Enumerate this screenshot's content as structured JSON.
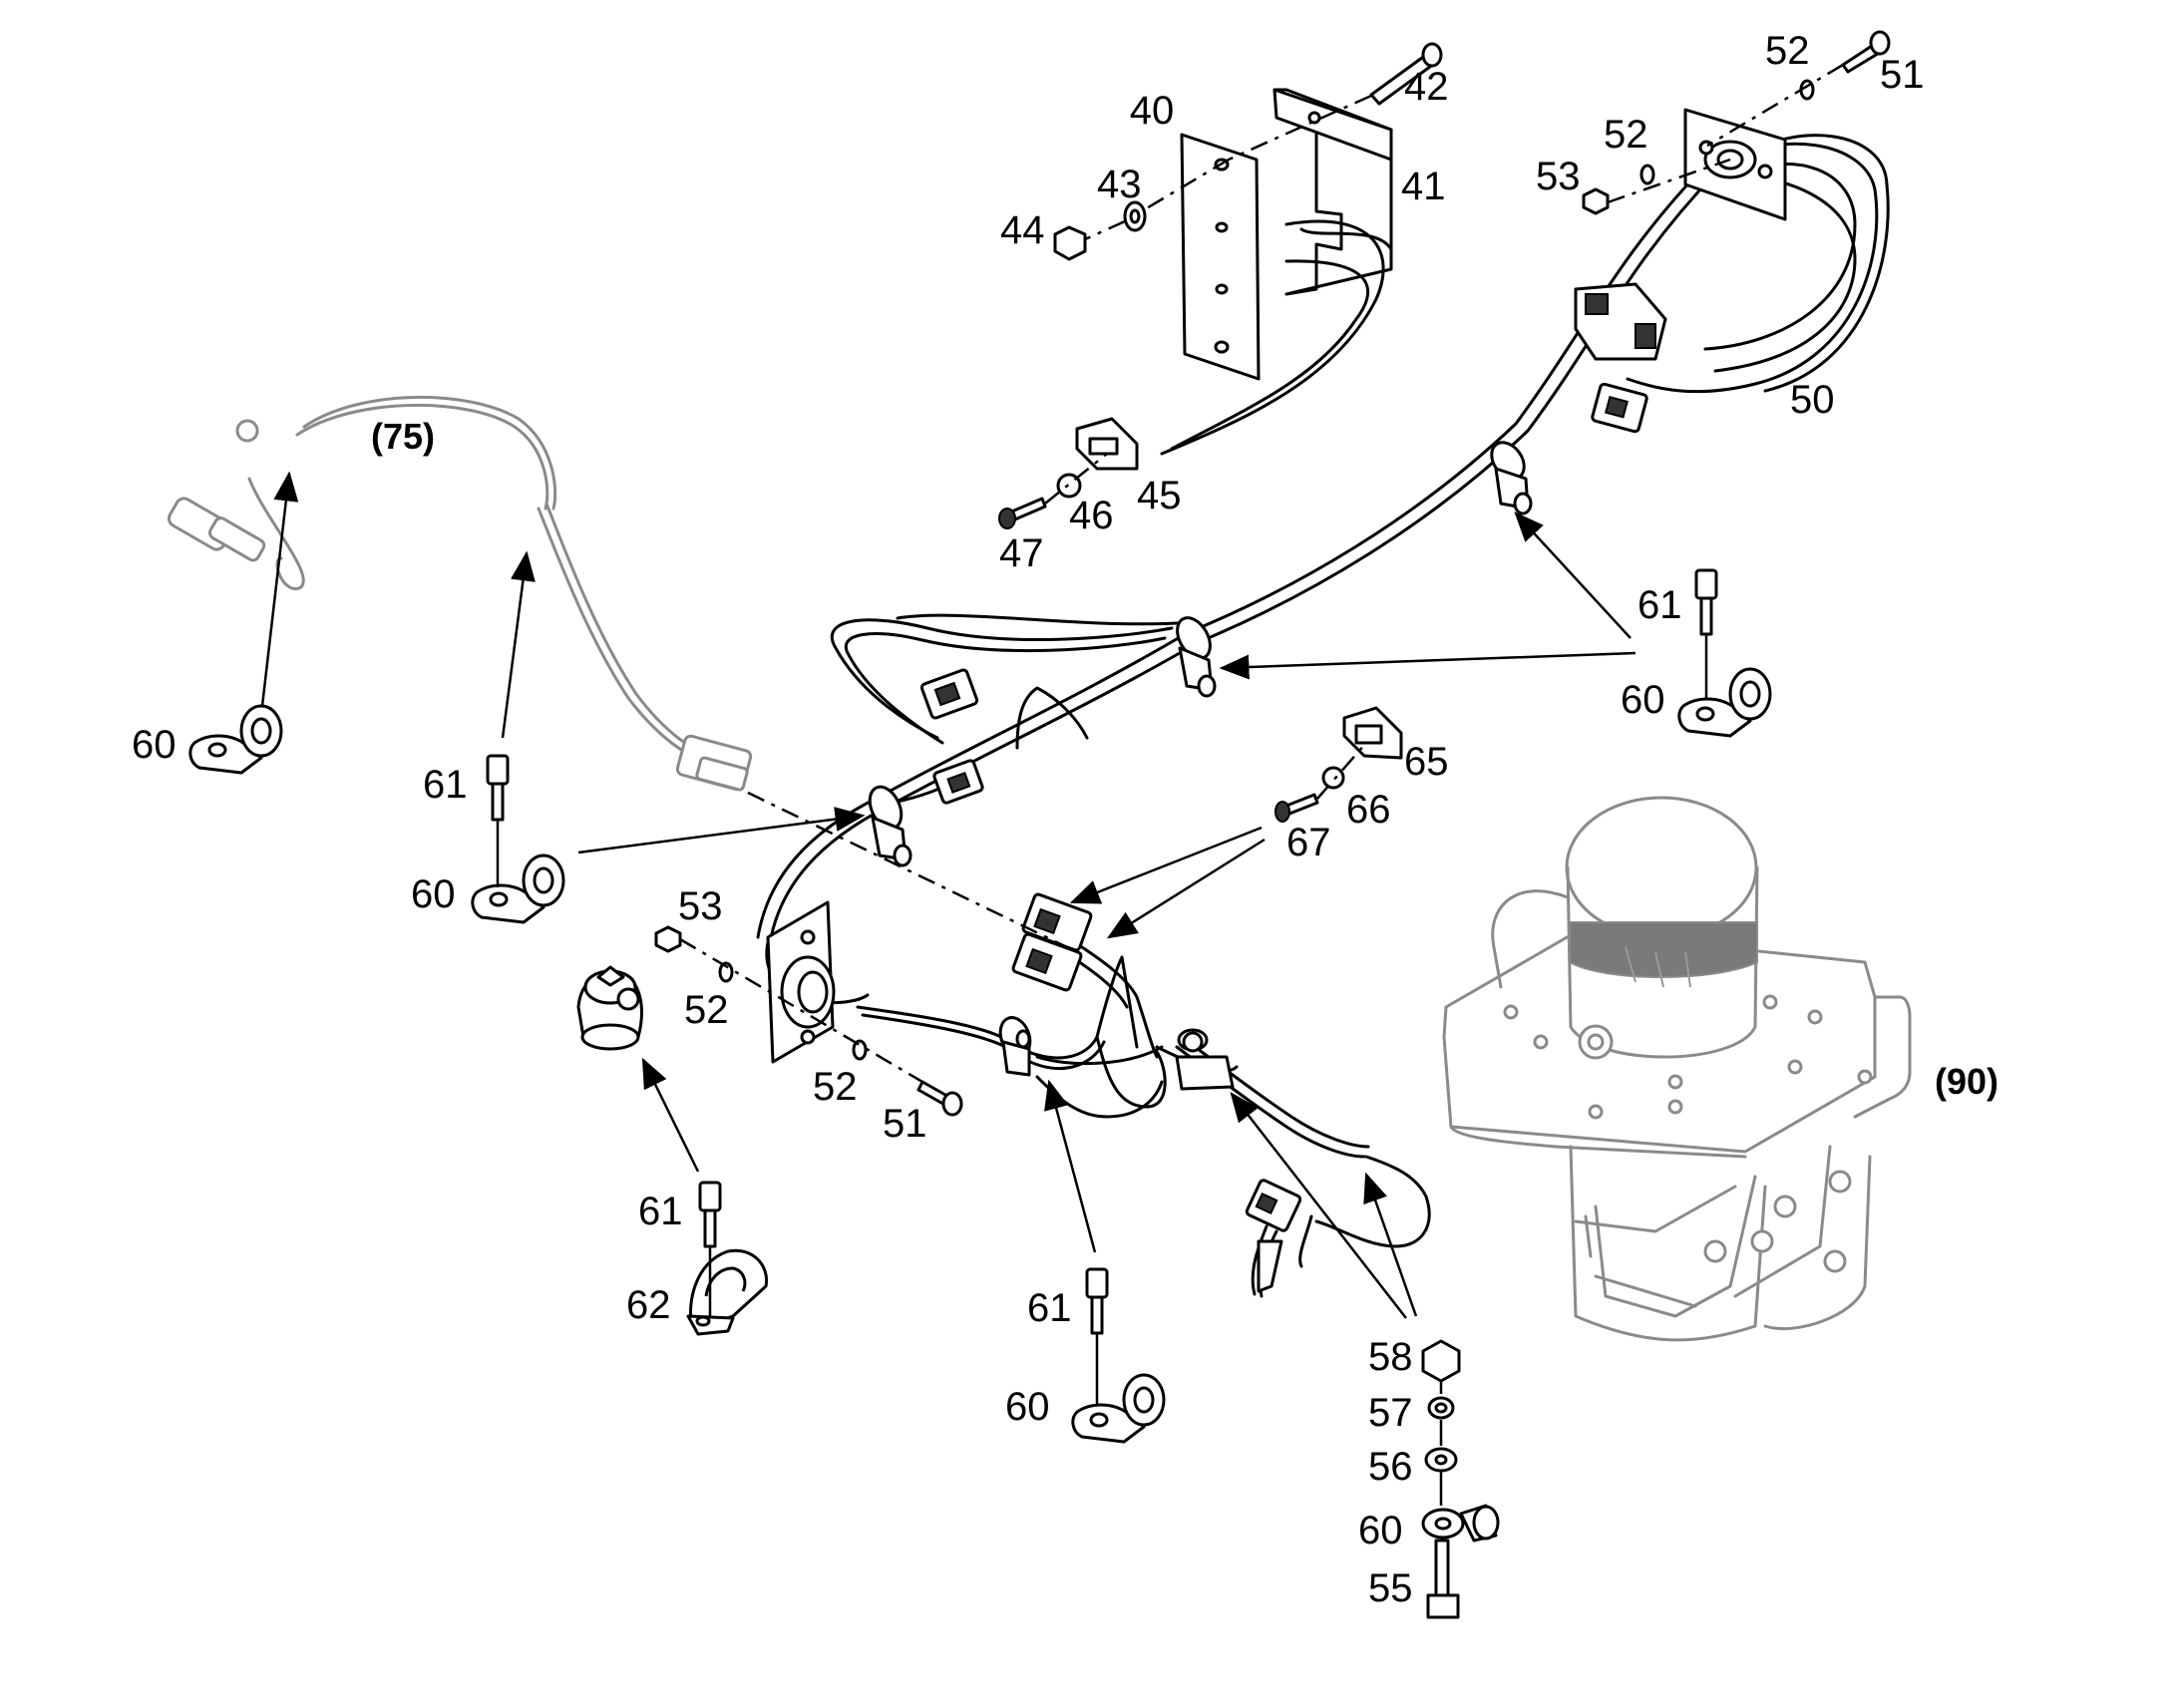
{
  "callouts": {
    "c40": "40",
    "c41": "41",
    "c42": "42",
    "c43": "43",
    "c44": "44",
    "c45": "45",
    "c46": "46",
    "c47": "47",
    "c50": "50",
    "c51a": "51",
    "c51b": "51",
    "c52a": "52",
    "c52b": "52",
    "c52c": "52",
    "c52d": "52",
    "c53a": "53",
    "c53b": "53",
    "c55": "55",
    "c56": "56",
    "c57": "57",
    "c58": "58",
    "c60a": "60",
    "c60b": "60",
    "c60c": "60",
    "c60d": "60",
    "c60e": "60",
    "c61a": "61",
    "c61b": "61",
    "c61c": "61",
    "c61d": "61",
    "c62": "62",
    "c65": "65",
    "c66": "66",
    "c67": "67"
  },
  "references": {
    "ref75": "(75)",
    "ref90": "(90)"
  }
}
